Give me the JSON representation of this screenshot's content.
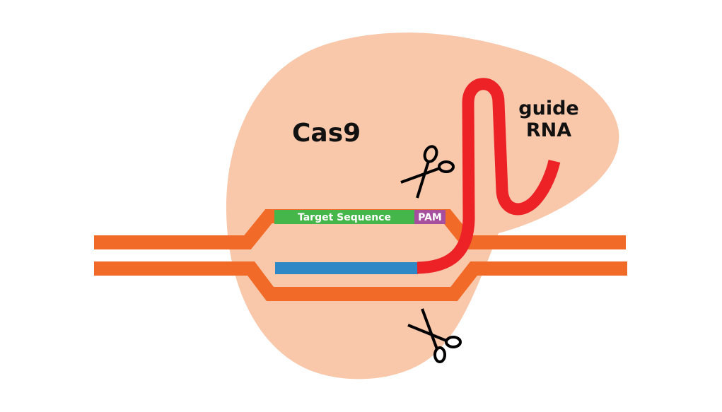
{
  "protein": {
    "label": "Cas9",
    "color": "#f9c8ab"
  },
  "guide_rna": {
    "label_line1": "guide",
    "label_line2": "RNA",
    "color": "#ec2227"
  },
  "dna": {
    "color": "#f26a27"
  },
  "target": {
    "label": "Target Sequence",
    "color": "#45b649"
  },
  "pam": {
    "label": "PAM",
    "color": "#a54f9e"
  },
  "complement": {
    "color": "#2e88c6"
  },
  "icons": [
    "scissors-icon",
    "scissors-icon"
  ]
}
